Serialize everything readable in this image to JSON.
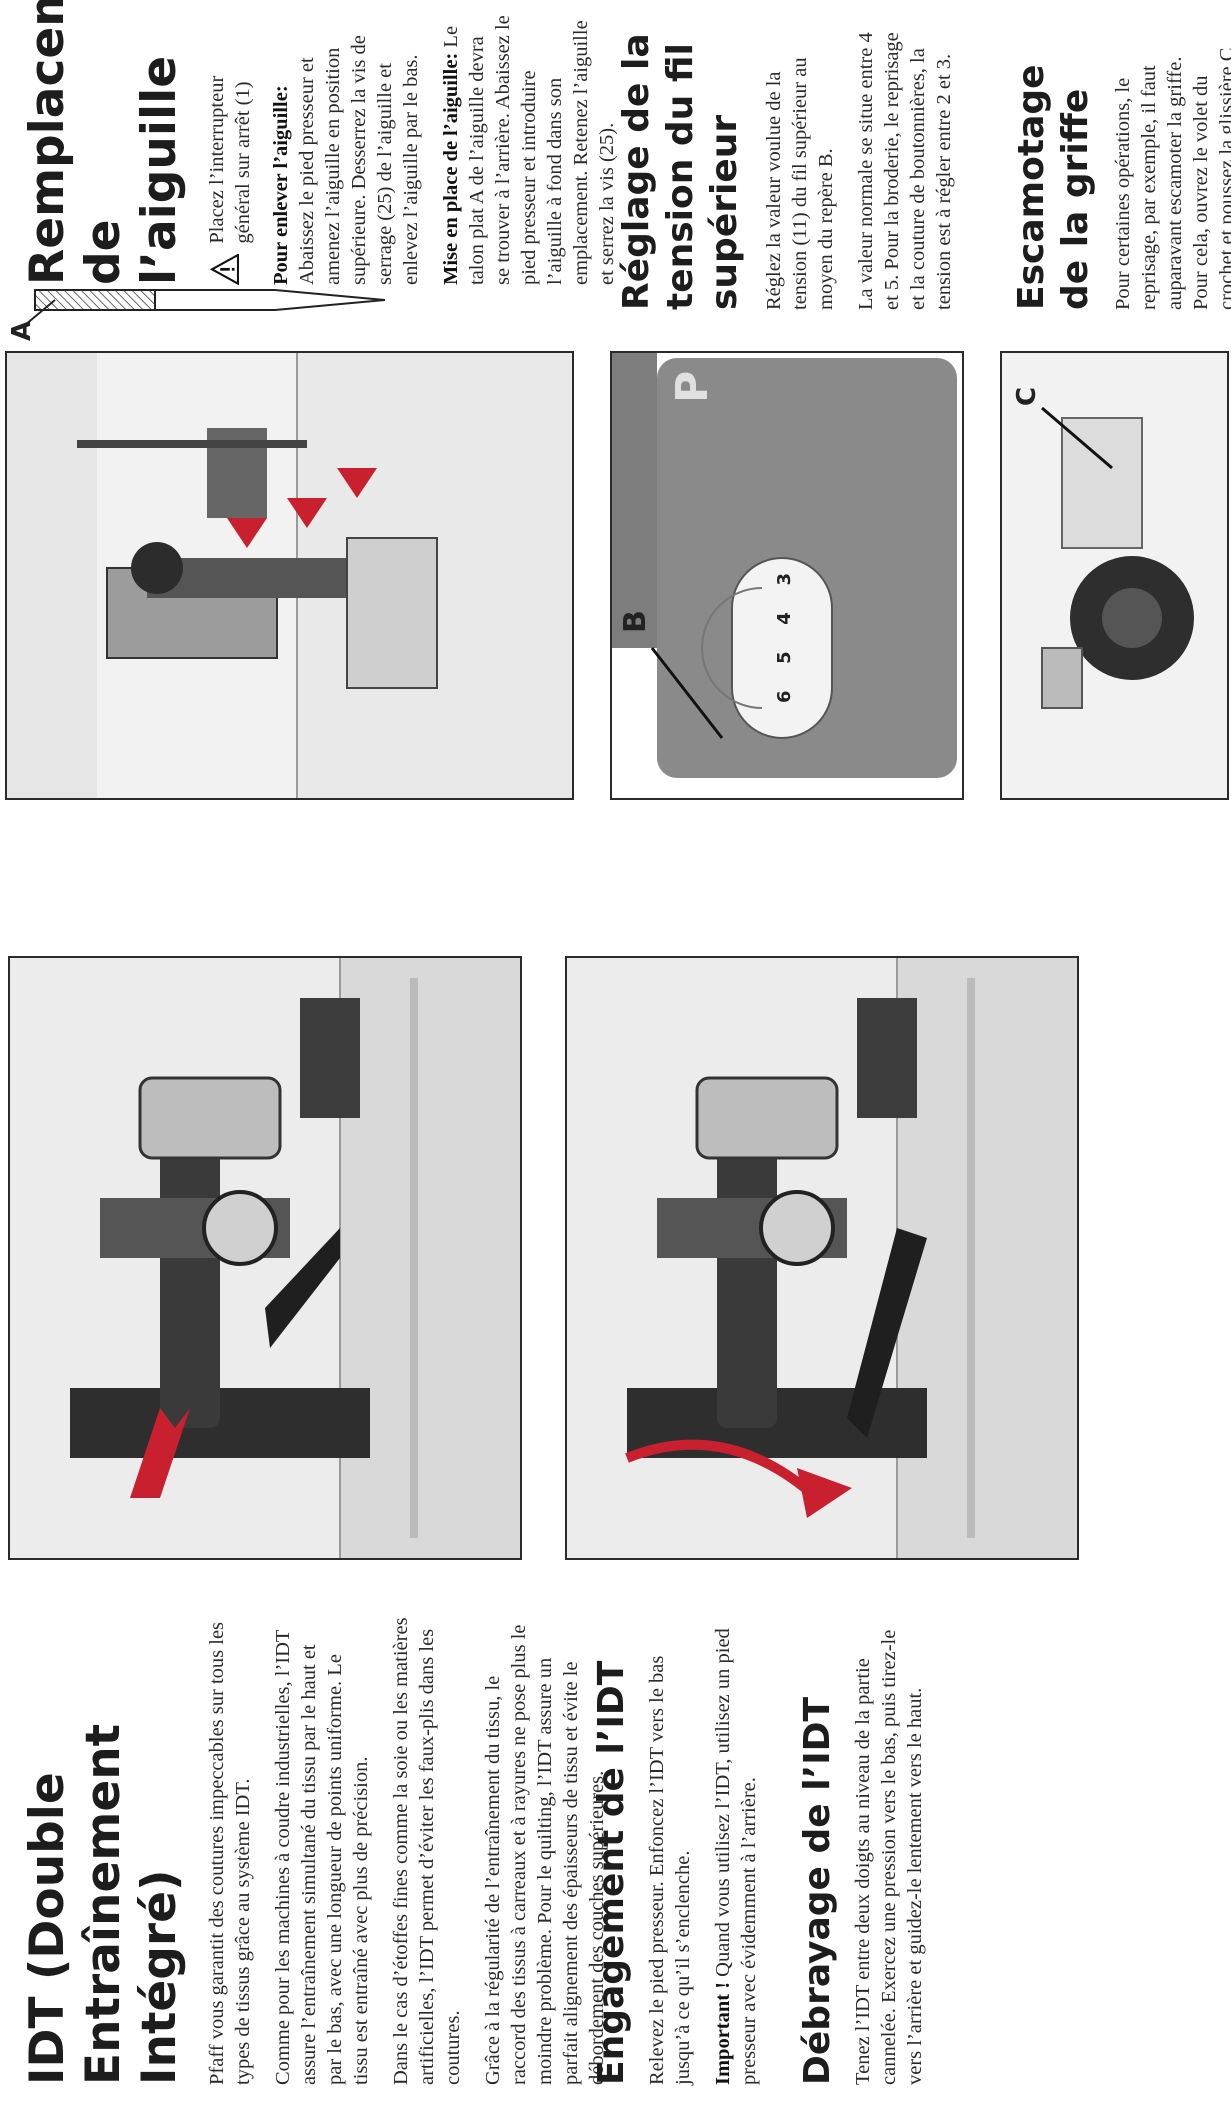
{
  "idt": {
    "title": "IDT (Double Entraînement Intégré)",
    "p1": "Pfaff vous garantit des coutures impeccables sur tous les types de tissus grâce au système IDT.",
    "p2": "Comme pour les machines à coudre industrielles, l’IDT assure l’entraînement simultané du tissu par le haut et par le bas, avec une longueur de points uniforme. Le tissu est entraîné avec plus de précision.",
    "p3": "Dans le cas d’étoffes fines comme la soie ou les matières artificielles, l’IDT permet d’éviter les faux-plis dans les coutures.",
    "p4": "Grâce à la régularité de l’entraînement du tissu, le raccord des tissus à carreaux et à rayures ne pose plus le moindre problème. Pour le quilting, l’IDT assure un parfait alignement des épaisseurs de tissu et évite le débordement des couches supérieures."
  },
  "engagement": {
    "title": "Engagement de l’IDT",
    "p1": "Relevez le pied presseur. Enfoncez l’IDT vers le bas jusqu’à ce qu’il s’enclenche.",
    "important_label": "Important !",
    "important_text": " Quand vous utilisez l’IDT, utilisez un pied presseur avec évidemment à l’arrière."
  },
  "debrayage": {
    "title": "Débrayage de l’IDT",
    "p1": "Tenez l’IDT entre deux doigts au niveau de la partie cannelée. Exercez une pression vers le bas, puis tirez-le vers l’arrière et guidez-le lentement vers le haut."
  },
  "aiguille": {
    "title": "Remplacement de l’aiguille",
    "warning": "Placez l’interrupteur général sur arrêt (1)",
    "enlever_label": "Pour enlever l’aiguille:",
    "enlever_text": " Abaissez le pied presseur et amenez l’aiguille en position supérieure. Desserrez la vis de serrage (25) de l’aiguille et enlevez l’aiguille par le bas.",
    "mise_label": "Mise en place de l’aiguille:",
    "mise_text": " Le talon plat A de l’aiguille devra se trouver à l’arrière. Abaissez le pied presseur et introduire l’aiguille à fond dans son emplacement. Retenez l’aiguille et serrez la vis (25).",
    "needle_label": "A"
  },
  "tension": {
    "title": "Réglage de la tension du fil supérieur",
    "p1": "Réglez la valeur voulue de la tension (11) du fil supérieur au moyen du repère B.",
    "p2": "La valeur normale se situe entre 4 et 5. Pour la broderie, le reprisage et la couture de boutonnières, la tension est à régler entre 2 et 3.",
    "dial_label": "B",
    "dial_numbers": [
      "6",
      "5",
      "4",
      "3"
    ],
    "brand_letter": "P"
  },
  "griffe": {
    "title": "Escamotage de la griffe",
    "p1": "Pour certaines opérations, le reprisage, par exemple, il faut auparavant escamoter la griffe. Pour cela, ouvrez le volet du crochet et poussez la glissière C complètement à droite. La griffe est escamotée.",
    "label": "C"
  },
  "colors": {
    "accent_red": "#c8202e",
    "panel_gray": "#8a8a8a",
    "ink": "#1d1d1d"
  }
}
